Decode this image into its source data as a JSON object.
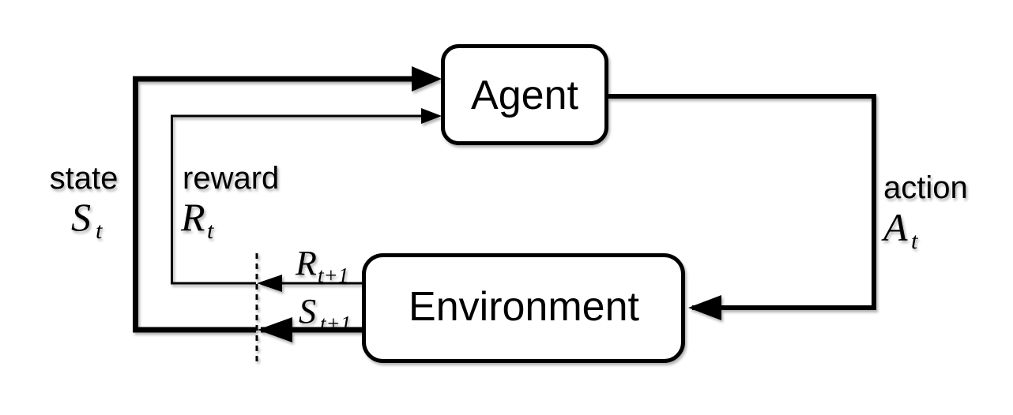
{
  "diagram": {
    "agent": {
      "label": "Agent"
    },
    "environment": {
      "label": "Environment"
    },
    "state": {
      "word": "state",
      "symbol": "S",
      "sub": "t"
    },
    "reward": {
      "word": "reward",
      "symbol": "R",
      "sub": "t"
    },
    "action": {
      "word": "action",
      "symbol": "A",
      "sub": "t"
    },
    "next_reward": {
      "symbol": "R",
      "sub": "t+1"
    },
    "next_state": {
      "symbol": "S",
      "sub": "t+1"
    },
    "colors": {
      "ink": "#000000",
      "box_fill": "#ffffff",
      "background": "#ffffff"
    }
  }
}
